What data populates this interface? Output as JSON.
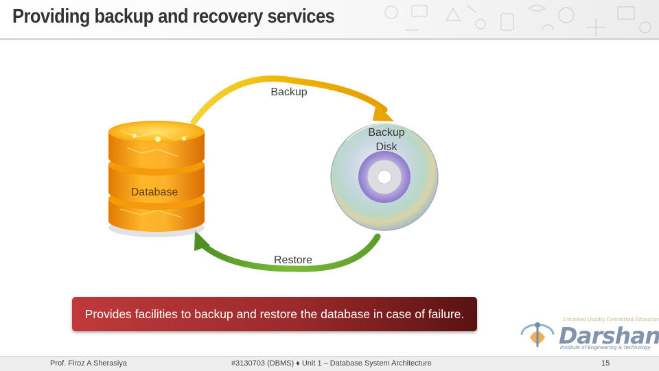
{
  "slide": {
    "title": "Providing backup and recovery services",
    "callout": "Provides facilities to backup and restore the database in case of failure."
  },
  "diagram": {
    "database_label": "Database",
    "backup_arrow_label": "Backup",
    "disk_label_line1": "Backup",
    "disk_label_line2": "Disk",
    "restore_arrow_label": "Restore"
  },
  "logo": {
    "tagline_top": "Unlocked Quality Committed Education",
    "brand": "Darshan",
    "tagline_bottom": "Institute of Engineering & Technology"
  },
  "footer": {
    "author": "Prof. Firoz A Sherasiya",
    "course": "#3130703 (DBMS)  ♦  Unit 1 – Database System Architecture",
    "page_number": "15"
  },
  "colors": {
    "title_text": "#333333",
    "backup_arrow": "#f0b400",
    "restore_arrow": "#6aa531",
    "callout_start": "#c0393b",
    "callout_end": "#5a1212",
    "database_orange": "#f7a21a",
    "brand_blue": "#8294ad"
  }
}
